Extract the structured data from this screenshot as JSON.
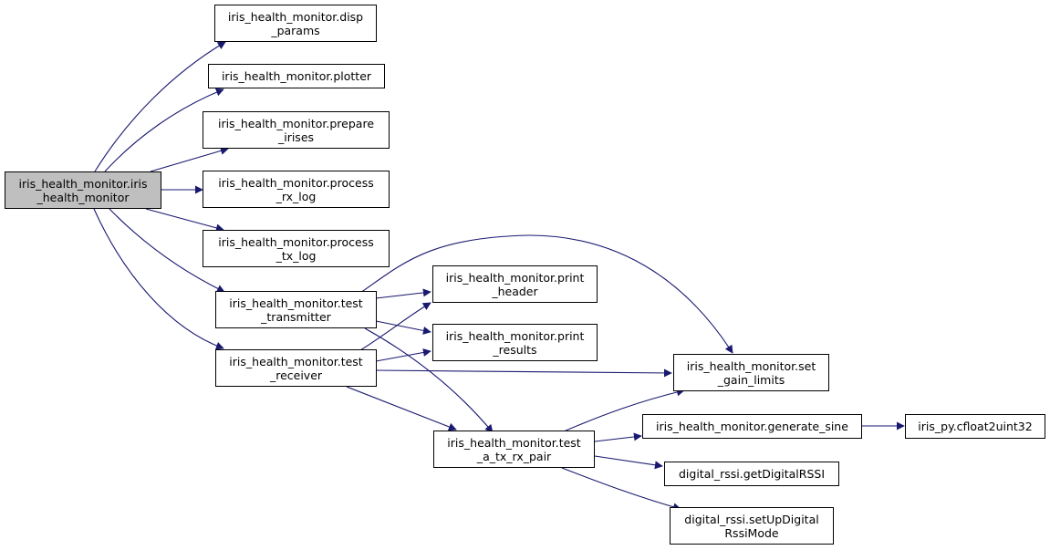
{
  "colors": {
    "edge": "#191970",
    "root_fill": "#bfbfbf",
    "node_fill": "#ffffff",
    "node_border": "#000000"
  },
  "nodes": {
    "root": [
      "iris_health_monitor.iris",
      "_health_monitor"
    ],
    "disp_params": [
      "iris_health_monitor.disp",
      "_params"
    ],
    "plotter": [
      "iris_health_monitor.plotter"
    ],
    "prepare_irises": [
      "iris_health_monitor.prepare",
      "_irises"
    ],
    "process_rx_log": [
      "iris_health_monitor.process",
      "_rx_log"
    ],
    "process_tx_log": [
      "iris_health_monitor.process",
      "_tx_log"
    ],
    "test_transmitter": [
      "iris_health_monitor.test",
      "_transmitter"
    ],
    "test_receiver": [
      "iris_health_monitor.test",
      "_receiver"
    ],
    "print_header": [
      "iris_health_monitor.print",
      "_header"
    ],
    "print_results": [
      "iris_health_monitor.print",
      "_results"
    ],
    "set_gain_limits": [
      "iris_health_monitor.set",
      "_gain_limits"
    ],
    "test_a_tx_rx_pair": [
      "iris_health_monitor.test",
      "_a_tx_rx_pair"
    ],
    "generate_sine": [
      "iris_health_monitor.generate_sine"
    ],
    "cfloat2uint32": [
      "iris_py.cfloat2uint32"
    ],
    "get_digital_rssi": [
      "digital_rssi.getDigitalRSSI"
    ],
    "setup_digital_rssi_mode": [
      "digital_rssi.setUpDigital",
      "RssiMode"
    ]
  }
}
